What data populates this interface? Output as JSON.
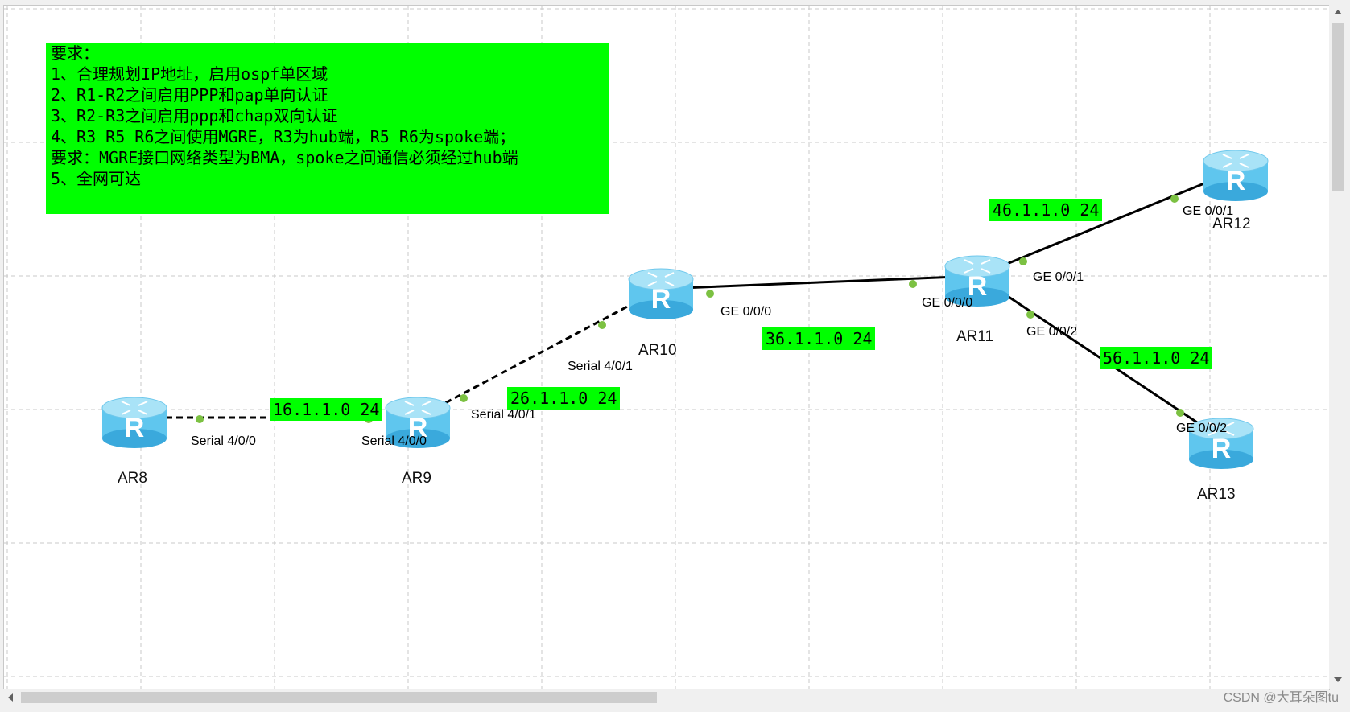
{
  "requirements": [
    "要求：",
    "1、合理规划IP地址，启用ospf单区域",
    "2、R1-R2之间启用PPP和pap单向认证",
    "3、R2-R3之间启用ppp和chap双向认证",
    "4、R3 R5 R6之间使用MGRE，R3为hub端，R5  R6为spoke端；",
    "要求：MGRE接口网络类型为BMA，spoke之间通信必须经过hub端",
    "5、全网可达"
  ],
  "devices": [
    {
      "id": "AR8",
      "label": "AR8",
      "icon": "router-icon"
    },
    {
      "id": "AR9",
      "label": "AR9",
      "icon": "router-icon"
    },
    {
      "id": "AR10",
      "label": "AR10",
      "icon": "router-icon"
    },
    {
      "id": "AR11",
      "label": "AR11",
      "icon": "router-icon"
    },
    {
      "id": "AR12",
      "label": "AR12",
      "icon": "router-icon"
    },
    {
      "id": "AR13",
      "label": "AR13",
      "icon": "router-icon"
    }
  ],
  "links": [
    {
      "from": "AR8",
      "to": "AR9",
      "type": "serial",
      "from_port": "Serial 4/0/0",
      "to_port": "Serial 4/0/0",
      "subnet": "16.1.1.0 24"
    },
    {
      "from": "AR9",
      "to": "AR10",
      "type": "serial",
      "from_port": "Serial 4/0/1",
      "to_port": "Serial 4/0/1",
      "subnet": "26.1.1.0 24"
    },
    {
      "from": "AR10",
      "to": "AR11",
      "type": "ethernet",
      "from_port": "GE 0/0/0",
      "to_port": "GE 0/0/0",
      "subnet": "36.1.1.0 24"
    },
    {
      "from": "AR11",
      "to": "AR12",
      "type": "ethernet",
      "from_port": "GE 0/0/1",
      "to_port": "GE 0/0/1",
      "subnet": "46.1.1.0 24"
    },
    {
      "from": "AR11",
      "to": "AR13",
      "type": "ethernet",
      "from_port": "GE 0/0/2",
      "to_port": "GE 0/0/2",
      "subnet": "56.1.1.0 24"
    }
  ],
  "colors": {
    "note_bg": "#00ff00",
    "router_body": "#5fc6ee",
    "router_top": "#a9e3f7",
    "port_dot": "#7cc142",
    "grid": "#c8c8c8"
  },
  "watermark": "CSDN @大耳朵图tu"
}
